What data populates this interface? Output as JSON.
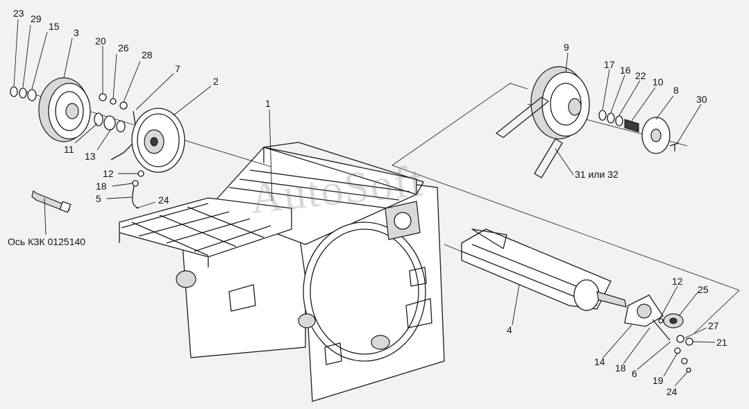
{
  "watermark": "AutoSoft",
  "callouts": [
    {
      "id": "c23",
      "text": "23"
    },
    {
      "id": "c29",
      "text": "29"
    },
    {
      "id": "c15",
      "text": "15"
    },
    {
      "id": "c3",
      "text": "3"
    },
    {
      "id": "c20",
      "text": "20"
    },
    {
      "id": "c26",
      "text": "26"
    },
    {
      "id": "c28",
      "text": "28"
    },
    {
      "id": "c7",
      "text": "7"
    },
    {
      "id": "c2",
      "text": "2"
    },
    {
      "id": "c11",
      "text": "11"
    },
    {
      "id": "c13",
      "text": "13"
    },
    {
      "id": "c12a",
      "text": "12"
    },
    {
      "id": "c18a",
      "text": "18"
    },
    {
      "id": "c5",
      "text": "5"
    },
    {
      "id": "c24a",
      "text": "24"
    },
    {
      "id": "caxis",
      "text": "Ось КЗК 0125140"
    },
    {
      "id": "c1",
      "text": "1"
    },
    {
      "id": "c9",
      "text": "9"
    },
    {
      "id": "c17",
      "text": "17"
    },
    {
      "id": "c16",
      "text": "16"
    },
    {
      "id": "c22",
      "text": "22"
    },
    {
      "id": "c10",
      "text": "10"
    },
    {
      "id": "c8",
      "text": "8"
    },
    {
      "id": "c30",
      "text": "30"
    },
    {
      "id": "c3132",
      "text": "31 или 32"
    },
    {
      "id": "c4",
      "text": "4"
    },
    {
      "id": "c12b",
      "text": "12"
    },
    {
      "id": "c25",
      "text": "25"
    },
    {
      "id": "c27",
      "text": "27"
    },
    {
      "id": "c21",
      "text": "21"
    },
    {
      "id": "c14",
      "text": "14"
    },
    {
      "id": "c18b",
      "text": "18"
    },
    {
      "id": "c6",
      "text": "6"
    },
    {
      "id": "c19",
      "text": "19"
    },
    {
      "id": "c24b",
      "text": "24"
    }
  ]
}
